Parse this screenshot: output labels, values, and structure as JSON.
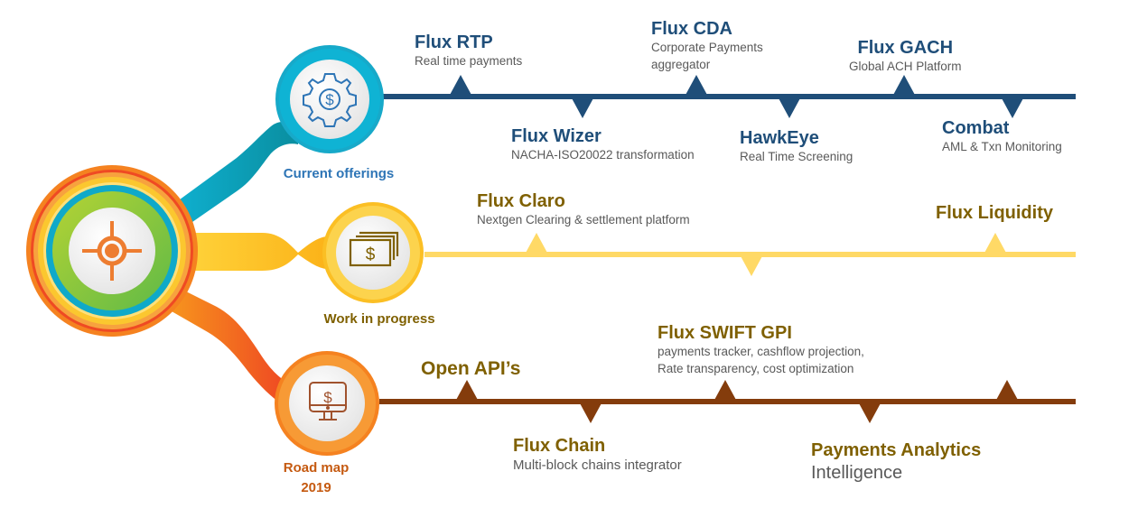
{
  "hub": {
    "icon": "target-crosshair-icon"
  },
  "groups": [
    {
      "id": "current",
      "label": "Current offerings",
      "icon": "gear-dollar-icon",
      "colors": {
        "line": "#1f4e79",
        "ring": "#17a9c9",
        "label": "#2e75b6",
        "title": "#1f4e79"
      },
      "items": [
        {
          "name": "Flux RTP",
          "desc": [
            "Real time payments"
          ],
          "side": "above"
        },
        {
          "name": "Flux Wizer",
          "desc": [
            "NACHA-ISO20022 transformation"
          ],
          "side": "below"
        },
        {
          "name": "Flux CDA",
          "desc": [
            "Corporate Payments",
            "aggregator"
          ],
          "side": "above"
        },
        {
          "name": "HawkEye",
          "desc": [
            "Real Time Screening"
          ],
          "side": "below"
        },
        {
          "name": "Flux GACH",
          "desc": [
            "Global ACH Platform"
          ],
          "side": "above"
        },
        {
          "name": "Combat",
          "desc": [
            "AML & Txn Monitoring"
          ],
          "side": "below"
        }
      ]
    },
    {
      "id": "wip",
      "label": "Work in progress",
      "icon": "money-bills-icon",
      "colors": {
        "line": "#ffd966",
        "ring": "#fbbf24",
        "label": "#7f6000",
        "title": "#7f6000"
      },
      "items": [
        {
          "name": "Flux Claro",
          "desc": [
            "Nextgen Clearing & settlement platform"
          ],
          "side": "above"
        },
        {
          "name": "",
          "desc": [],
          "side": "below"
        },
        {
          "name": "Flux Liquidity",
          "desc": [],
          "side": "above"
        }
      ]
    },
    {
      "id": "roadmap",
      "label": "Road map",
      "label2": "2019",
      "icon": "monitor-dollar-icon",
      "colors": {
        "line": "#843c0c",
        "ring": "#f58220",
        "label": "#c55a11",
        "title": "#7f6000"
      },
      "items": [
        {
          "name": "Open API’s",
          "desc": [],
          "side": "above"
        },
        {
          "name": "Flux Chain",
          "desc": [
            "Multi-block chains integrator"
          ],
          "side": "below"
        },
        {
          "name": "Flux SWIFT GPI",
          "desc": [
            "payments tracker,  cashflow projection,",
            "Rate transparency, cost optimization"
          ],
          "side": "above"
        },
        {
          "name": "Payments Analytics",
          "desc": [
            "Intelligence"
          ],
          "side": "below"
        },
        {
          "name": "",
          "desc": [],
          "side": "above"
        }
      ]
    }
  ]
}
